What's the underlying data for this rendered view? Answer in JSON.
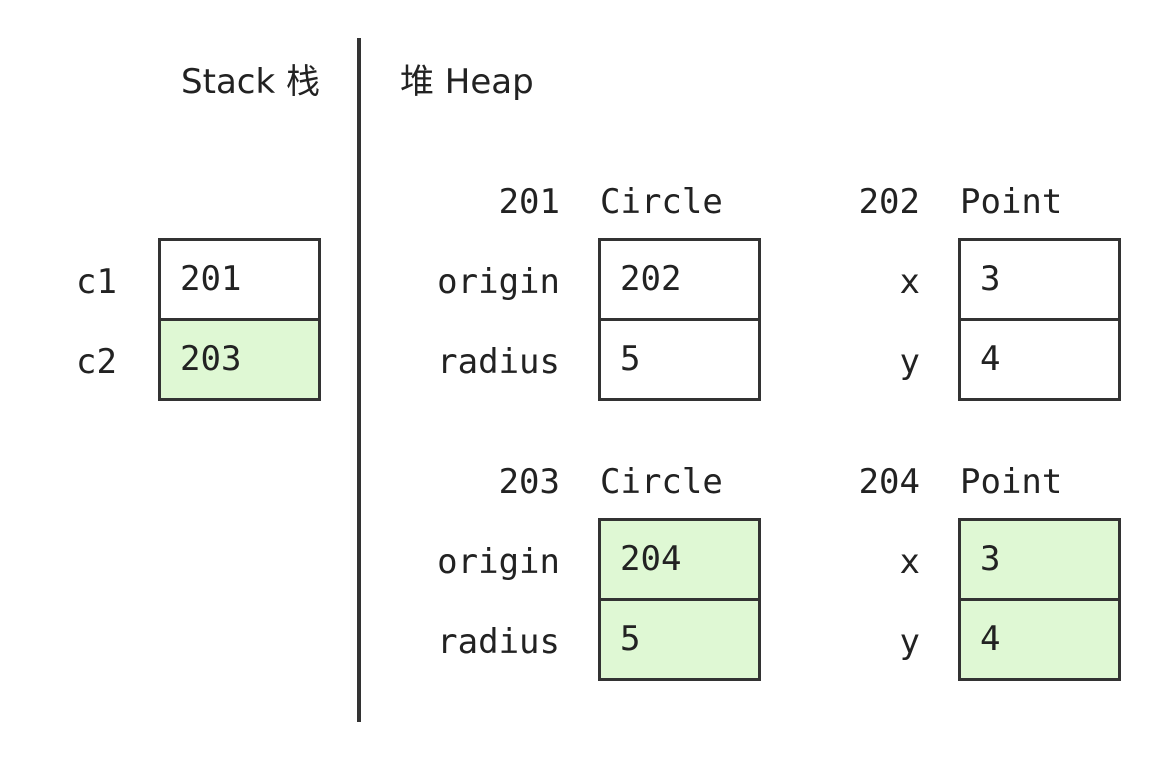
{
  "headings": {
    "stack": "Stack 栈",
    "heap": "堆 Heap"
  },
  "stack": [
    {
      "name": "c1",
      "value": "201",
      "highlight": false
    },
    {
      "name": "c2",
      "value": "203",
      "highlight": true
    }
  ],
  "heap": [
    {
      "address": "201",
      "type": "Circle",
      "fields": [
        {
          "name": "origin",
          "value": "202"
        },
        {
          "name": "radius",
          "value": "5"
        }
      ],
      "highlight": false
    },
    {
      "address": "202",
      "type": "Point",
      "fields": [
        {
          "name": "x",
          "value": "3"
        },
        {
          "name": "y",
          "value": "4"
        }
      ],
      "highlight": false
    },
    {
      "address": "203",
      "type": "Circle",
      "fields": [
        {
          "name": "origin",
          "value": "204"
        },
        {
          "name": "radius",
          "value": "5"
        }
      ],
      "highlight": true
    },
    {
      "address": "204",
      "type": "Point",
      "fields": [
        {
          "name": "x",
          "value": "3"
        },
        {
          "name": "y",
          "value": "4"
        }
      ],
      "highlight": true
    }
  ],
  "colors": {
    "highlight_fill": "#dff8d4",
    "border": "#333333",
    "text": "#222222"
  }
}
